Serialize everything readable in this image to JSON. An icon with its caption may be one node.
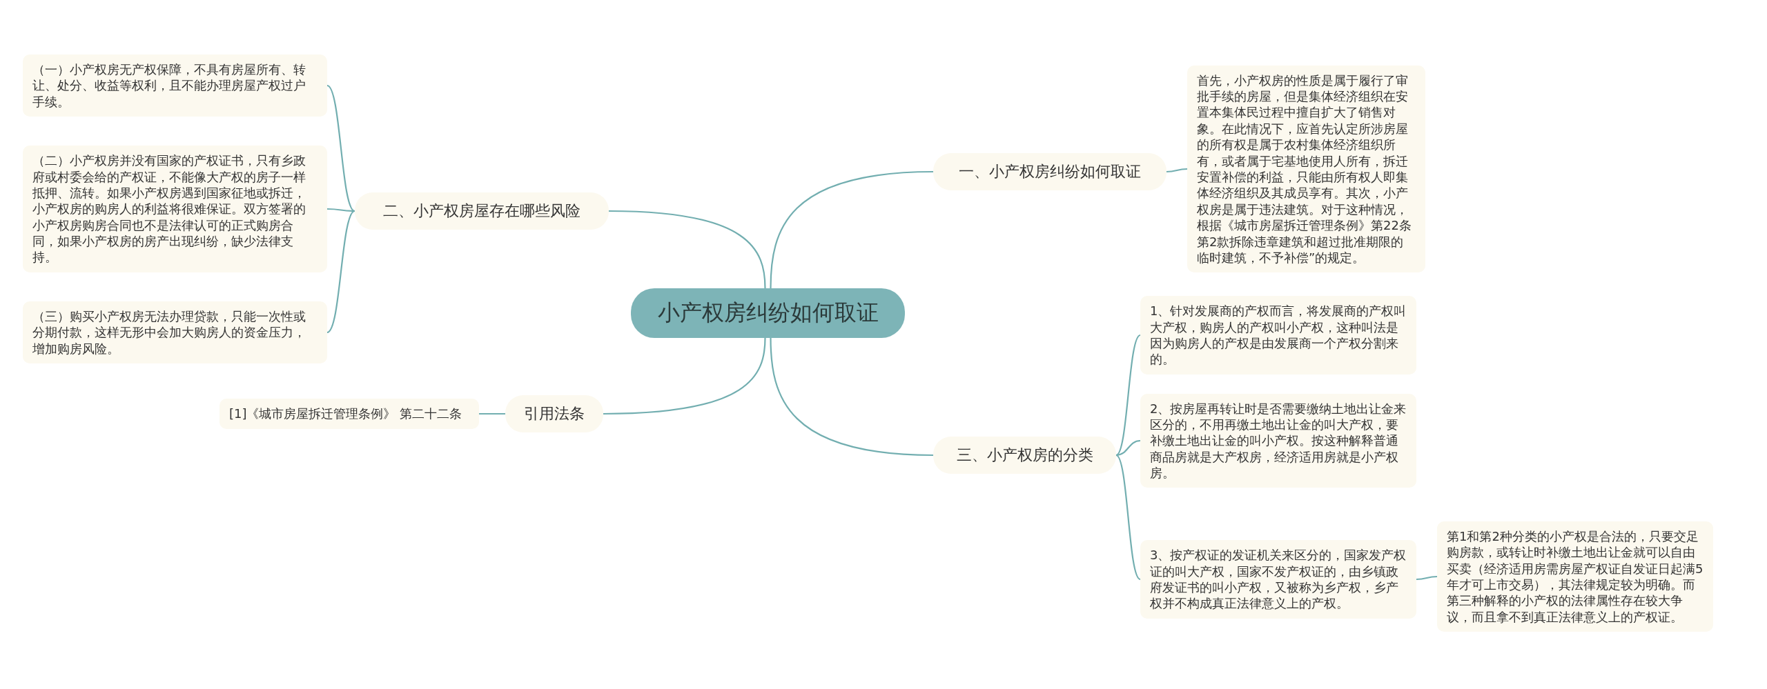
{
  "diagram": {
    "nodes": [
      {
        "text": [
          "小产权房纠纷如何取证"
        ]
      },
      {
        "text": [
          "一、小产权房纠纷如何取证"
        ]
      },
      {
        "text": [
          "首先，小产权房的性质是属于履行了审批手续的房屋，但是集体经济组织在安置本集体民过程中擅自扩大了销售对象。在此情况下，应首先认定所涉房屋的所有权是属于农村集体经济组织所有，或者属于宅基地使用人所有，拆迁安置补偿的利益，只能由所有权人即集体经济组织及其成员享有。其次，小产权房是属于违法建筑。对于这种情况，根据《城市房屋拆迁管理条例》第22条第2款拆除违章建筑和超过批准期限的临时建筑，不予补偿”的规定。"
        ]
      },
      {
        "text": [
          "二、小产权房屋存在哪些风险"
        ]
      },
      {
        "text": [
          "（一）小产权房无产权保障，不具有房屋所有、转让、处分、收益等权利，且不能办理房屋产权过户手续。"
        ]
      },
      {
        "text": [
          "（二）小产权房并没有国家的产权证书，只有乡政府或村委会给的产权证，不能像大产权的房子一样抵押、流转。如果小产权房遇到国家征地或拆迁，小产权房的购房人的利益将很难保证。双方签署的小产权房购房合同也不是法律认可的正式购房合同，如果小产权房的房产出现纠纷，缺少法律支持。"
        ]
      },
      {
        "text": [
          "（三）购买小产权房无法办理贷款，只能一次性或分期付款，这样无形中会加大购房人的资金压力，增加购房风险。"
        ]
      },
      {
        "text": [
          "三、小产权房的分类"
        ]
      },
      {
        "text": [
          "1、针对发展商的产权而言，将发展商的产权叫大产权，购房人的产权叫小产权，这种叫法是因为购房人的产权是由发展商一个产权分割来的。"
        ]
      },
      {
        "text": [
          "2、按房屋再转让时是否需要缴纳土地出让金来区分的，不用再缴土地出让金的叫大产权，要补缴土地出让金的叫小产权。按这种解释普通商品房就是大产权房，经济适用房就是小产权房。"
        ]
      },
      {
        "text": [
          "3、按产权证的发证机关来区分的，国家发产权证的叫大产权，国家不发产权证的，由乡镇政府发证书的叫小产权，又被称为乡产权，乡产权并不构成真正法律意义上的产权。"
        ]
      },
      {
        "text": [
          "第1和第2种分类的小产权是合法的，只要交足购房款，或转让时补缴土地出让金就可以自由买卖（经济适用房需房屋产权证自发证日起满5年才可上市交易），其法律规定较为明确。而第三种解释的小产权的法律属性存在较大争议，而且拿不到真正法律意义上的产权证。"
        ]
      },
      {
        "text": [
          "引用法条"
        ]
      },
      {
        "text": [
          "[1]《城市房屋拆迁管理条例》 第二十二条"
        ]
      }
    ],
    "edges": [
      {
        "from": 0,
        "to": 1,
        "arrow": "none"
      },
      {
        "from": 1,
        "to": 2,
        "arrow": "none"
      },
      {
        "from": 0,
        "to": 3,
        "arrow": "none"
      },
      {
        "from": 3,
        "to": 4,
        "arrow": "none"
      },
      {
        "from": 3,
        "to": 5,
        "arrow": "none"
      },
      {
        "from": 3,
        "to": 6,
        "arrow": "none"
      },
      {
        "from": 0,
        "to": 7,
        "arrow": "none"
      },
      {
        "from": 7,
        "to": 8,
        "arrow": "none"
      },
      {
        "from": 7,
        "to": 9,
        "arrow": "none"
      },
      {
        "from": 7,
        "to": 10,
        "arrow": "none"
      },
      {
        "from": 10,
        "to": 11,
        "arrow": "none"
      },
      {
        "from": 0,
        "to": 12,
        "arrow": "none"
      },
      {
        "from": 12,
        "to": 13,
        "arrow": "none"
      }
    ]
  }
}
